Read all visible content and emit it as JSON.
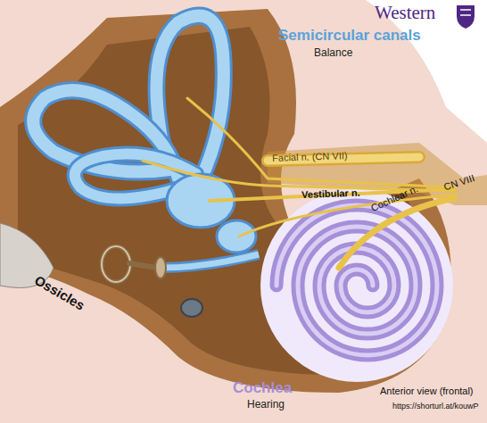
{
  "diagram": {
    "labels": [
      "Western",
      "Semicircular canals",
      "Balance",
      "Facial n. (CN VII)",
      "Vestibular n.",
      "Cochlear n.",
      "CN VIII",
      "Ossicles",
      "Cochlea",
      "Hearing",
      "Anterior view (frontal)",
      "https://shorturl.at/kouwP"
    ]
  }
}
